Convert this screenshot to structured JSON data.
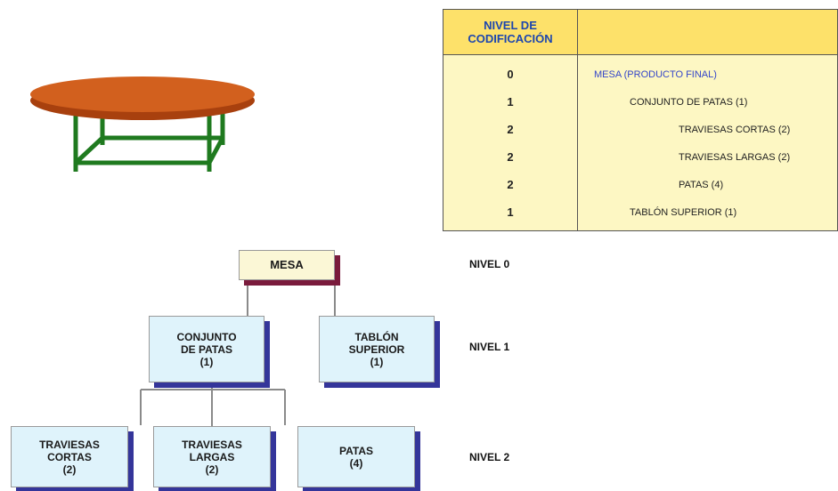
{
  "coding_table": {
    "header": "NIVEL DE\nCODIFICACIÓN",
    "rows": [
      {
        "level": "0",
        "item": "MESA (PRODUCTO FINAL)"
      },
      {
        "level": "1",
        "item": "CONJUNTO DE PATAS (1)"
      },
      {
        "level": "2",
        "item": "TRAVIESAS CORTAS (2)"
      },
      {
        "level": "2",
        "item": "TRAVIESAS LARGAS (2)"
      },
      {
        "level": "2",
        "item": "PATAS (4)"
      },
      {
        "level": "1",
        "item": "TABLÓN SUPERIOR (1)"
      }
    ]
  },
  "tree": {
    "root": "MESA",
    "level1": [
      "CONJUNTO\nDE PATAS\n(1)",
      "TABLÓN\nSUPERIOR\n(1)"
    ],
    "level2": [
      "TRAVIESAS\nCORTAS\n(2)",
      "TRAVIESAS\nLARGAS\n(2)",
      "PATAS\n(4)"
    ]
  },
  "level_labels": [
    "NIVEL 0",
    "NIVEL 1",
    "NIVEL 2"
  ],
  "colors": {
    "header_bg": "#fde16a",
    "table_bg": "#fdf7c3",
    "node_bg": "#dff3fb",
    "node_shadow": "#34359a",
    "root_shadow": "#7a1b3c",
    "tabletop": "#c8571a",
    "legs": "#1f7a1f"
  }
}
